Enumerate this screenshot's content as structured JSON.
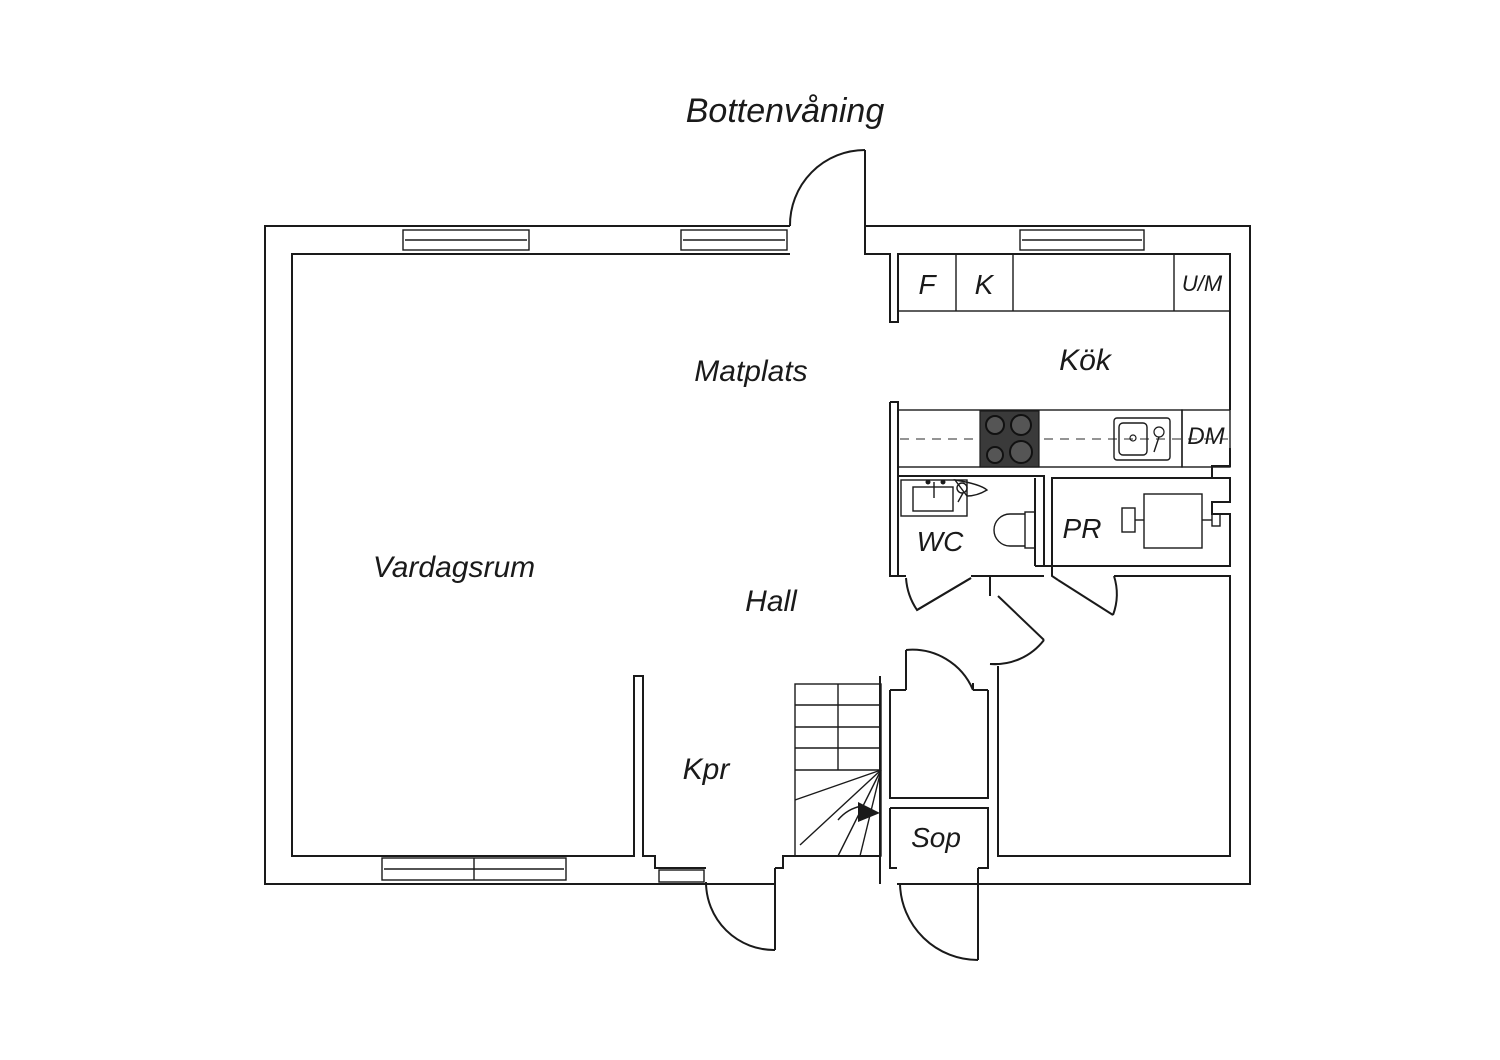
{
  "title": "Bottenvåning",
  "rooms": {
    "matplats": "Matplats",
    "kok": "Kök",
    "vardagsrum": "Vardagsrum",
    "hall": "Hall",
    "wc": "WC",
    "pr": "PR",
    "kpr": "Kpr",
    "sop": "Sop"
  },
  "appliances": {
    "fridge": "F",
    "freezer": "K",
    "oven_micro": "U/M",
    "dishwasher": "DM"
  }
}
